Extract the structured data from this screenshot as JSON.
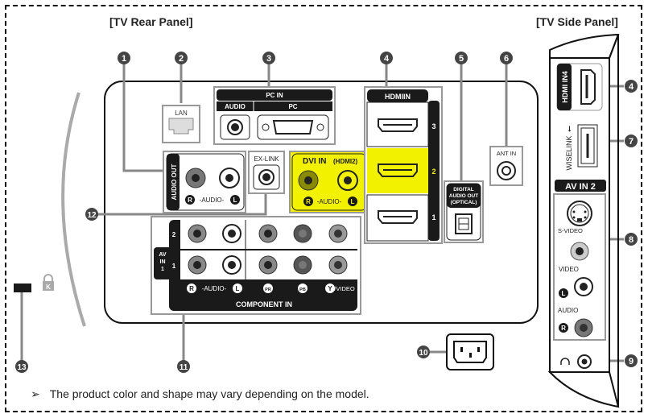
{
  "titles": {
    "rear": "[TV Rear Panel]",
    "side": "[TV Side Panel]"
  },
  "footer": {
    "arrow": "➢",
    "note": "The product color and shape may vary depending on the model."
  },
  "colors": {
    "highlight_yellow": "#f2f200",
    "label_black": "#1a1a1a",
    "callout_gray": "#555555",
    "frame_gray": "#999999"
  },
  "callouts": {
    "c1": "1",
    "c2": "2",
    "c3": "3",
    "c4": "4",
    "c5": "5",
    "c6": "6",
    "c4side": "4",
    "c7": "7",
    "c8": "8",
    "c9": "9",
    "c10": "10",
    "c11": "11",
    "c12": "12",
    "c13": "13"
  },
  "rear": {
    "lan": "LAN",
    "pc_in": {
      "title": "PC IN",
      "audio": "AUDIO",
      "pc": "PC"
    },
    "audio_out": {
      "label": "AUDIO OUT",
      "r": "R",
      "audio": "-AUDIO-",
      "l": "L"
    },
    "ex_link": "EX-LINK",
    "dvi_in": {
      "title": "DVI IN",
      "sub": "(HDMI2)",
      "r": "R",
      "audio": "-AUDIO-",
      "l": "L"
    },
    "hdmi_in": {
      "title": "HDMIIN",
      "ports": [
        "3",
        "2",
        "1"
      ]
    },
    "digital_audio_out": {
      "line1": "DIGITAL",
      "line2": "AUDIO OUT",
      "line3": "(OPTICAL)"
    },
    "ant_in": "ANT IN",
    "av_in": {
      "label1": "AV",
      "label2": "IN",
      "label3": "1",
      "rows": [
        "2",
        "1"
      ],
      "r": "R",
      "audio": "-AUDIO-",
      "l": "L",
      "pr": "PR",
      "pb": "PB",
      "y": "Y",
      "video": "/VIDEO",
      "component": "COMPONENT IN"
    },
    "kensington": "K"
  },
  "side": {
    "hdmi_in4": "HDMI IN4",
    "wiselink": "WISELINK",
    "av_in2": "AV IN 2",
    "s_video": "S-VIDEO",
    "video": "VIDEO",
    "l": "L",
    "audio": "AUDIO",
    "r": "R"
  }
}
